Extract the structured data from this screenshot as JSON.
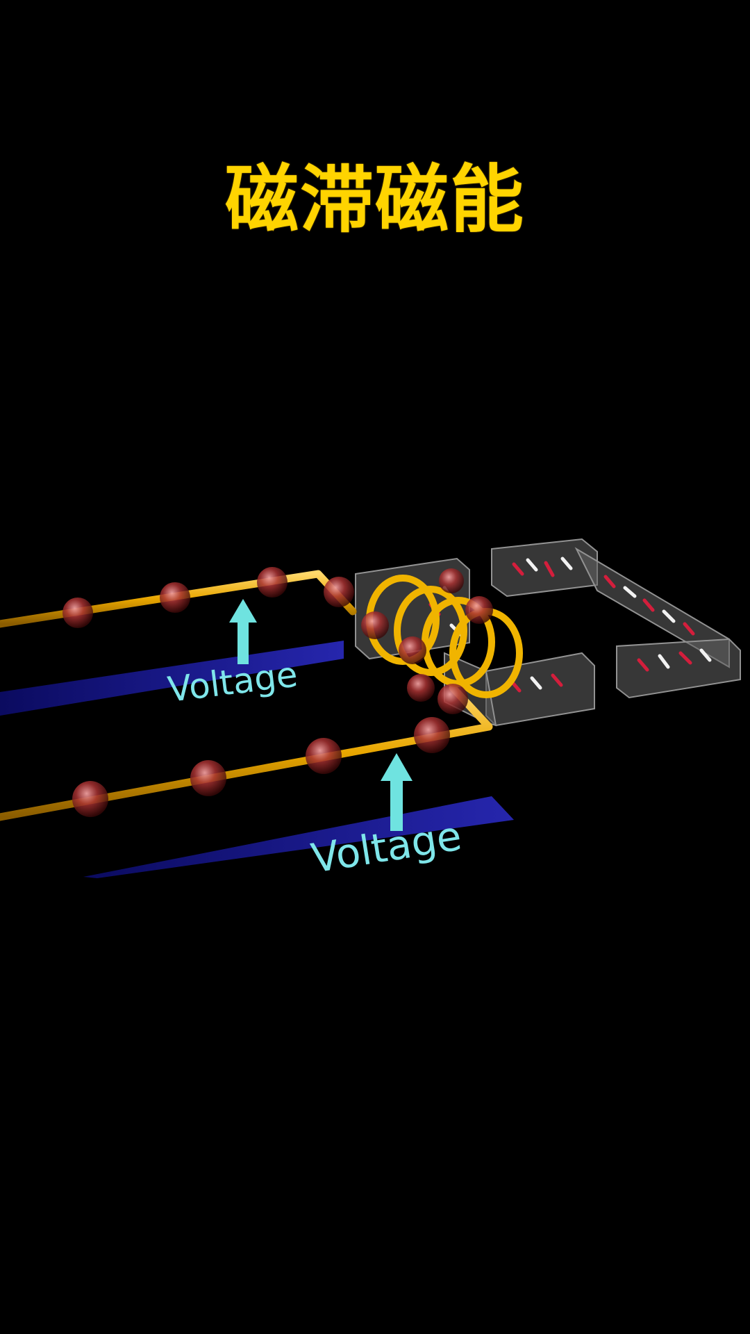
{
  "title": "磁滞磁能",
  "labels": {
    "voltage_upper": "Voltage",
    "voltage_lower": "Voltage"
  },
  "colors": {
    "background": "#000000",
    "title": "#ffd400",
    "wire": "#e8a600",
    "voltage_bar": "#1a1aa0",
    "voltage_arrow": "#6fe3e0",
    "voltage_text": "#7fe6ea",
    "charge": "#c83a3a",
    "core": "#5a5a5a"
  }
}
